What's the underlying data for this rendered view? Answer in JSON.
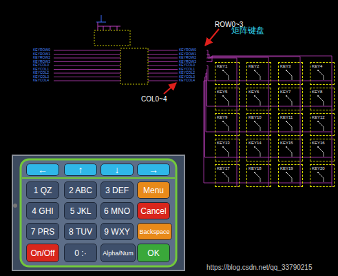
{
  "diagram": {
    "nodes": [
      {
        "text": [
          "KEY1"
        ]
      },
      {
        "text": [
          "KEY2"
        ]
      },
      {
        "text": [
          "KEY3"
        ]
      },
      {
        "text": [
          "KEY4"
        ]
      },
      {
        "text": [
          "KEY5"
        ]
      },
      {
        "text": [
          "KEY6"
        ]
      },
      {
        "text": [
          "KEY7"
        ]
      },
      {
        "text": [
          "KEY8"
        ]
      },
      {
        "text": [
          "KEY9"
        ]
      },
      {
        "text": [
          "KEY10"
        ]
      },
      {
        "text": [
          "KEY11"
        ]
      },
      {
        "text": [
          "KEY12"
        ]
      },
      {
        "text": [
          "KEY13"
        ]
      },
      {
        "text": [
          "KEY14"
        ]
      },
      {
        "text": [
          "KEY15"
        ]
      },
      {
        "text": [
          "KEY16"
        ]
      },
      {
        "text": [
          "KEY17"
        ]
      },
      {
        "text": [
          "KEY18"
        ]
      },
      {
        "text": [
          "KEY19"
        ]
      },
      {
        "text": [
          "KEY20"
        ]
      },
      {
        "text": [
          "←"
        ]
      },
      {
        "text": [
          "↑"
        ]
      },
      {
        "text": [
          "↓"
        ]
      },
      {
        "text": [
          "→"
        ]
      },
      {
        "text": [
          "1 QZ"
        ]
      },
      {
        "text": [
          "2 ABC"
        ]
      },
      {
        "text": [
          "3 DEF"
        ]
      },
      {
        "text": [
          "Menu"
        ]
      },
      {
        "text": [
          "4 GHI"
        ]
      },
      {
        "text": [
          "5 JKL"
        ]
      },
      {
        "text": [
          "6 MNO"
        ]
      },
      {
        "text": [
          "Cancel"
        ]
      },
      {
        "text": [
          "7 PRS"
        ]
      },
      {
        "text": [
          "8 TUV"
        ]
      },
      {
        "text": [
          "9 WXY"
        ]
      },
      {
        "text": [
          "Backspace"
        ]
      },
      {
        "text": [
          "On/Off"
        ]
      },
      {
        "text": [
          "0 :·"
        ]
      },
      {
        "text": [
          "Alpha/Num"
        ]
      },
      {
        "text": [
          "OK"
        ]
      }
    ],
    "labels": [
      "ROW0~3",
      "矩阵键盘",
      "COL0~4",
      "KEYROW0",
      "KEYROW1",
      "KEYROW2",
      "KEYROW3",
      "KEYCOL0",
      "KEYCOL1",
      "KEYCOL2",
      "KEYCOL3",
      "KEYCOL4",
      "KEYROW0",
      "KEYROW1",
      "KEYROW2",
      "KEYROW3",
      "KEYCOL0",
      "KEYCOL1",
      "KEYCOL2",
      "KEYCOL3",
      "KEYCOL4",
      "https://blog.csdn.net/qq_33790215"
    ]
  }
}
